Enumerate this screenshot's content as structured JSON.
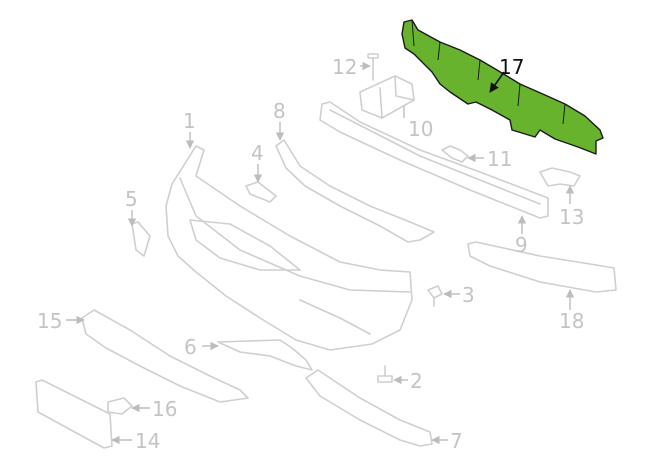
{
  "colors": {
    "highlight": "#67b32e",
    "part_line": "#cfcfcf",
    "callout_muted": "#c4c4c4",
    "callout_active": "#111111"
  },
  "callouts": {
    "c1": "1",
    "c2": "2",
    "c3": "3",
    "c4": "4",
    "c5": "5",
    "c6": "6",
    "c7": "7",
    "c8": "8",
    "c9": "9",
    "c10": "10",
    "c11": "11",
    "c12": "12",
    "c13": "13",
    "c14": "14",
    "c15": "15",
    "c16": "16",
    "c17": "17",
    "c18": "18"
  },
  "highlighted_part": "17"
}
